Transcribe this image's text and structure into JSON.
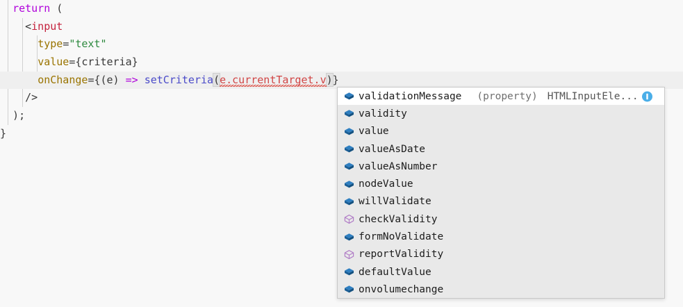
{
  "editor": {
    "background": "#f8f8f8",
    "active_line_background": "#efefef",
    "lines": [
      {
        "id": "line-return",
        "text": "  return (",
        "tokens": [
          {
            "t": "  ",
            "k": "plain"
          },
          {
            "t": "return",
            "k": "keyword"
          },
          {
            "t": " (",
            "k": "plain"
          }
        ]
      },
      {
        "id": "line-input-open",
        "text": "    <input",
        "tokens": [
          {
            "t": "    ",
            "k": "plain"
          },
          {
            "t": "<",
            "k": "tagpunct"
          },
          {
            "t": "input",
            "k": "tag"
          }
        ]
      },
      {
        "id": "line-type",
        "text": "      type=\"text\"",
        "tokens": [
          {
            "t": "      ",
            "k": "plain"
          },
          {
            "t": "type",
            "k": "attr"
          },
          {
            "t": "=",
            "k": "plain"
          },
          {
            "t": "\"text\"",
            "k": "string"
          }
        ]
      },
      {
        "id": "line-value",
        "text": "      value={criteria}",
        "tokens": [
          {
            "t": "      ",
            "k": "plain"
          },
          {
            "t": "value",
            "k": "attr"
          },
          {
            "t": "=",
            "k": "plain"
          },
          {
            "t": "{criteria}",
            "k": "plain"
          }
        ]
      },
      {
        "id": "line-onchange",
        "text": "      onChange={(e) => setCriteria(e.currentTarget.v)}",
        "active": true,
        "tokens": [
          {
            "t": "      ",
            "k": "plain"
          },
          {
            "t": "onChange",
            "k": "attr"
          },
          {
            "t": "={(e) ",
            "k": "plain"
          },
          {
            "t": "=>",
            "k": "arrow"
          },
          {
            "t": " ",
            "k": "plain"
          },
          {
            "t": "setCriteria",
            "k": "func"
          },
          {
            "t": "(",
            "k": "bracket-open"
          },
          {
            "t": "e.currentTarget.v",
            "k": "prop-squiggle"
          },
          {
            "t": "caret",
            "k": "caret"
          },
          {
            "t": ")",
            "k": "bracket-close"
          },
          {
            "t": "}",
            "k": "plain"
          }
        ]
      },
      {
        "id": "line-selfclose",
        "text": "    />",
        "tokens": [
          {
            "t": "    ",
            "k": "plain"
          },
          {
            "t": "/>",
            "k": "tagpunct"
          }
        ]
      },
      {
        "id": "line-close-paren",
        "text": "  );",
        "tokens": [
          {
            "t": "  );",
            "k": "plain"
          }
        ]
      },
      {
        "id": "line-close-brace",
        "text": "}",
        "tokens": [
          {
            "t": "}",
            "k": "plain"
          }
        ]
      }
    ]
  },
  "autocomplete": {
    "selected_index": 0,
    "selected_detail": "(property)",
    "selected_type": "HTMLInputEle...",
    "icon_property_color": "#1f6fb4",
    "icon_method_color": "#b07cc6",
    "info_icon_color": "#4aaee8",
    "items": [
      {
        "label": "validationMessage",
        "icon": "property-cube-icon",
        "kind": "property",
        "detail": "(property)",
        "type": "HTMLInputEle...",
        "selected": true,
        "has_info": true
      },
      {
        "label": "validity",
        "icon": "property-cube-icon",
        "kind": "property"
      },
      {
        "label": "value",
        "icon": "property-cube-icon",
        "kind": "property"
      },
      {
        "label": "valueAsDate",
        "icon": "property-cube-icon",
        "kind": "property"
      },
      {
        "label": "valueAsNumber",
        "icon": "property-cube-icon",
        "kind": "property"
      },
      {
        "label": "nodeValue",
        "icon": "property-cube-icon",
        "kind": "property"
      },
      {
        "label": "willValidate",
        "icon": "property-cube-icon",
        "kind": "property"
      },
      {
        "label": "checkValidity",
        "icon": "method-cube-icon",
        "kind": "method"
      },
      {
        "label": "formNoValidate",
        "icon": "property-cube-icon",
        "kind": "property"
      },
      {
        "label": "reportValidity",
        "icon": "method-cube-icon",
        "kind": "method"
      },
      {
        "label": "defaultValue",
        "icon": "property-cube-icon",
        "kind": "property"
      },
      {
        "label": "onvolumechange",
        "icon": "property-cube-icon",
        "kind": "property"
      }
    ]
  }
}
